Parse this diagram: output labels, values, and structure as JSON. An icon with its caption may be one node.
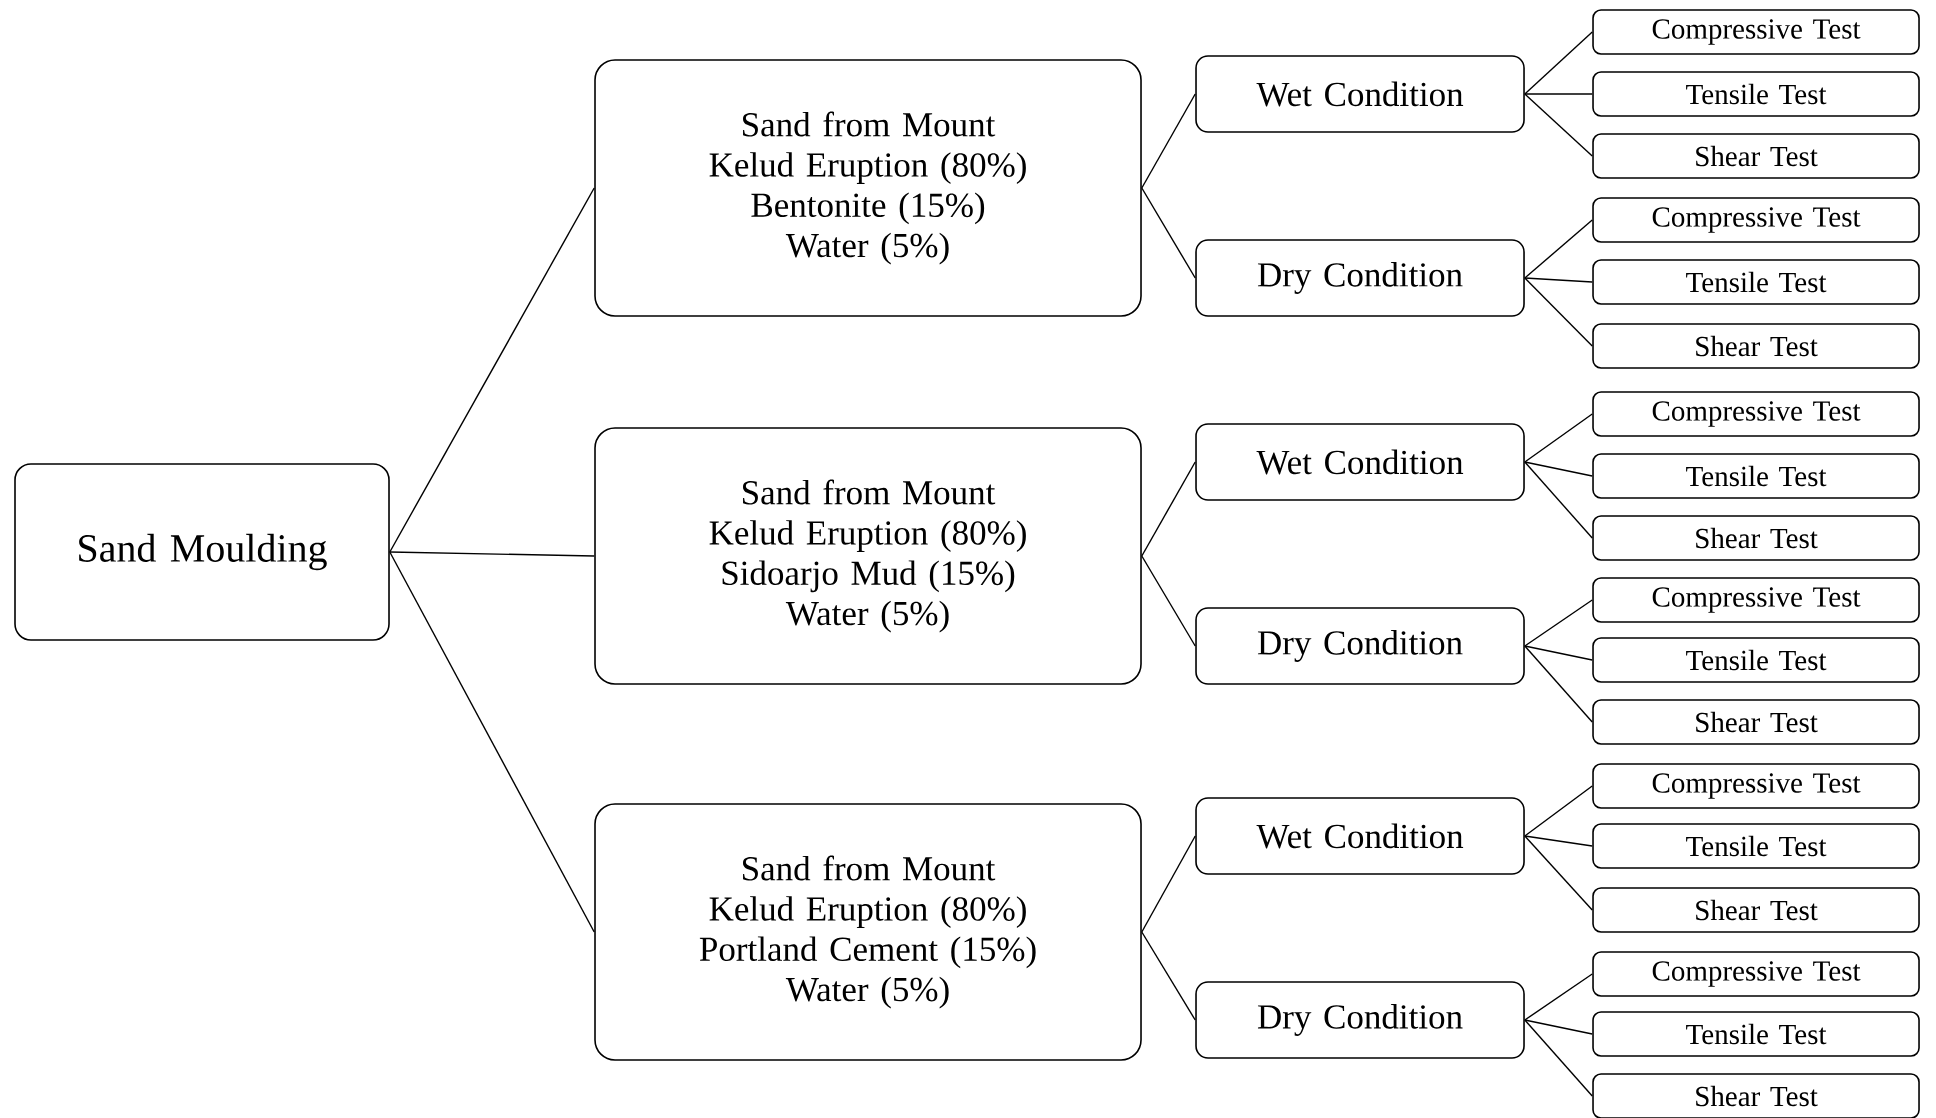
{
  "diagram": {
    "nodes": [
      {
        "text": [
          "Sand Moulding"
        ]
      },
      {
        "text": [
          "Sand from Mount Kelud Eruption (80%)",
          "Bentonite (15%)",
          "Water (5%)"
        ]
      },
      {
        "text": [
          "Wet Condition"
        ]
      },
      {
        "text": [
          "Compressive Test"
        ]
      },
      {
        "text": [
          "Tensile Test"
        ]
      },
      {
        "text": [
          "Shear Test"
        ]
      },
      {
        "text": [
          "Dry Condition"
        ]
      },
      {
        "text": [
          "Compressive Test"
        ]
      },
      {
        "text": [
          "Tensile Test"
        ]
      },
      {
        "text": [
          "Shear Test"
        ]
      },
      {
        "text": [
          "Sand from Mount Kelud Eruption (80%)",
          "Sidoarjo Mud (15%)",
          "Water (5%)"
        ]
      },
      {
        "text": [
          "Wet Condition"
        ]
      },
      {
        "text": [
          "Compressive Test"
        ]
      },
      {
        "text": [
          "Tensile Test"
        ]
      },
      {
        "text": [
          "Shear Test"
        ]
      },
      {
        "text": [
          "Dry Condition"
        ]
      },
      {
        "text": [
          "Compressive Test"
        ]
      },
      {
        "text": [
          "Tensile Test"
        ]
      },
      {
        "text": [
          "Shear Test"
        ]
      },
      {
        "text": [
          "Sand from Mount Kelud Eruption (80%)",
          "Portland Cement (15%)",
          "Water (5%)"
        ]
      },
      {
        "text": [
          "Wet Condition"
        ]
      },
      {
        "text": [
          "Compressive Test"
        ]
      },
      {
        "text": [
          "Tensile Test"
        ]
      },
      {
        "text": [
          "Shear Test"
        ]
      },
      {
        "text": [
          "Dry Condition"
        ]
      },
      {
        "text": [
          "Compressive Test"
        ]
      },
      {
        "text": [
          "Tensile Test"
        ]
      },
      {
        "text": [
          "Shear Test"
        ]
      }
    ],
    "edges": [
      {
        "from": 0,
        "to": 1,
        "arrow": "none"
      },
      {
        "from": 0,
        "to": 10,
        "arrow": "none"
      },
      {
        "from": 0,
        "to": 19,
        "arrow": "none"
      },
      {
        "from": 1,
        "to": 2,
        "arrow": "none"
      },
      {
        "from": 1,
        "to": 6,
        "arrow": "none"
      },
      {
        "from": 2,
        "to": 3,
        "arrow": "none"
      },
      {
        "from": 2,
        "to": 4,
        "arrow": "none"
      },
      {
        "from": 2,
        "to": 5,
        "arrow": "none"
      },
      {
        "from": 6,
        "to": 7,
        "arrow": "none"
      },
      {
        "from": 6,
        "to": 8,
        "arrow": "none"
      },
      {
        "from": 6,
        "to": 9,
        "arrow": "none"
      },
      {
        "from": 10,
        "to": 11,
        "arrow": "none"
      },
      {
        "from": 10,
        "to": 15,
        "arrow": "none"
      },
      {
        "from": 11,
        "to": 12,
        "arrow": "none"
      },
      {
        "from": 11,
        "to": 13,
        "arrow": "none"
      },
      {
        "from": 11,
        "to": 14,
        "arrow": "none"
      },
      {
        "from": 15,
        "to": 16,
        "arrow": "none"
      },
      {
        "from": 15,
        "to": 17,
        "arrow": "none"
      },
      {
        "from": 15,
        "to": 18,
        "arrow": "none"
      },
      {
        "from": 19,
        "to": 20,
        "arrow": "none"
      },
      {
        "from": 19,
        "to": 24,
        "arrow": "none"
      },
      {
        "from": 20,
        "to": 21,
        "arrow": "none"
      },
      {
        "from": 20,
        "to": 22,
        "arrow": "none"
      },
      {
        "from": 20,
        "to": 23,
        "arrow": "none"
      },
      {
        "from": 24,
        "to": 25,
        "arrow": "none"
      },
      {
        "from": 24,
        "to": 26,
        "arrow": "none"
      },
      {
        "from": 24,
        "to": 27,
        "arrow": "none"
      }
    ]
  }
}
